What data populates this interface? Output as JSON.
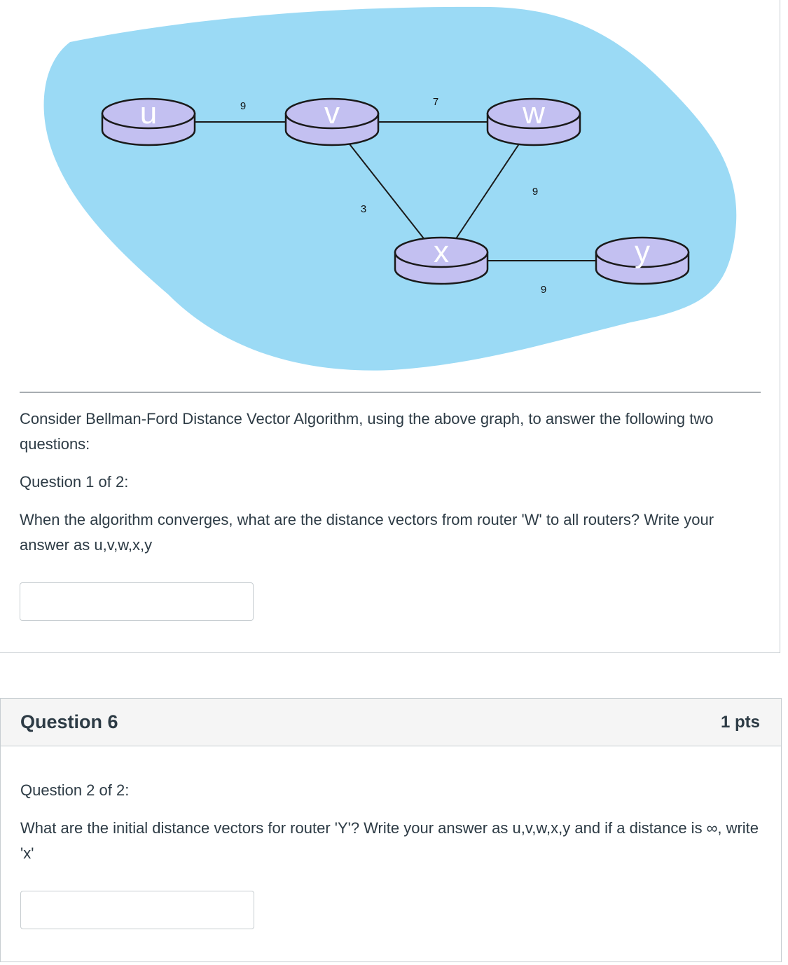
{
  "diagram": {
    "nodes": [
      "u",
      "v",
      "w",
      "x",
      "y"
    ],
    "edges": [
      {
        "from": "u",
        "to": "v",
        "cost": "9"
      },
      {
        "from": "v",
        "to": "w",
        "cost": "7"
      },
      {
        "from": "v",
        "to": "x",
        "cost": "3"
      },
      {
        "from": "w",
        "to": "x",
        "cost": "9"
      },
      {
        "from": "x",
        "to": "y",
        "cost": "9"
      }
    ],
    "colors": {
      "cloud": "#9bdaf5",
      "router_body": "#c3c0f1",
      "router_outline": "#1a1a1a",
      "link": "#1a1a1a"
    }
  },
  "question5": {
    "intro": "Consider Bellman-Ford Distance Vector Algorithm, using the above graph, to answer the following two questions:",
    "counter": "Question 1 of 2:",
    "prompt": "When the algorithm converges, what are the distance vectors from router 'W' to all routers? Write your answer as u,v,w,x,y",
    "answer_value": ""
  },
  "question6": {
    "title": "Question 6",
    "points": "1 pts",
    "counter": "Question 2 of 2:",
    "prompt": "What are the initial distance vectors for router 'Y'? Write your answer as u,v,w,x,y and if a distance is ∞, write 'x'",
    "answer_value": ""
  }
}
